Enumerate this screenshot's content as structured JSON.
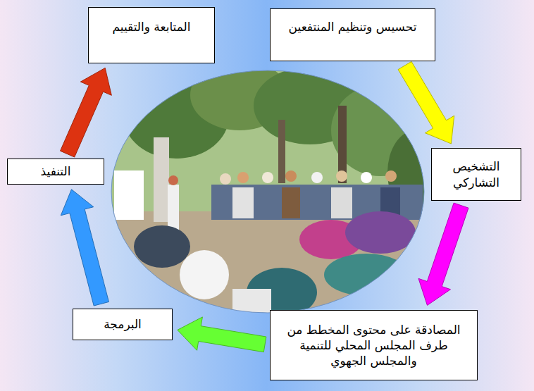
{
  "diagram": {
    "nodes": [
      {
        "text": [
          "تحسيس وتنظيم المنتفعين"
        ]
      },
      {
        "text": [
          "التشخيص التشاركي"
        ]
      },
      {
        "text": [
          "المصادقة على محتوى المخطط من طرف المجلس المحلي للتنمية والمجلس الجهوي"
        ]
      },
      {
        "text": [
          "البرمجة"
        ]
      },
      {
        "text": [
          "التنفيذ"
        ]
      },
      {
        "text": [
          "المتابعة والتقييم"
        ]
      }
    ],
    "edges": [
      {
        "from": 0,
        "to": 1,
        "arrow": "to"
      },
      {
        "from": 1,
        "to": 2,
        "arrow": "to"
      },
      {
        "from": 2,
        "to": 3,
        "arrow": "to"
      },
      {
        "from": 3,
        "to": 4,
        "arrow": "to"
      },
      {
        "from": 4,
        "to": 5,
        "arrow": "to"
      }
    ]
  }
}
